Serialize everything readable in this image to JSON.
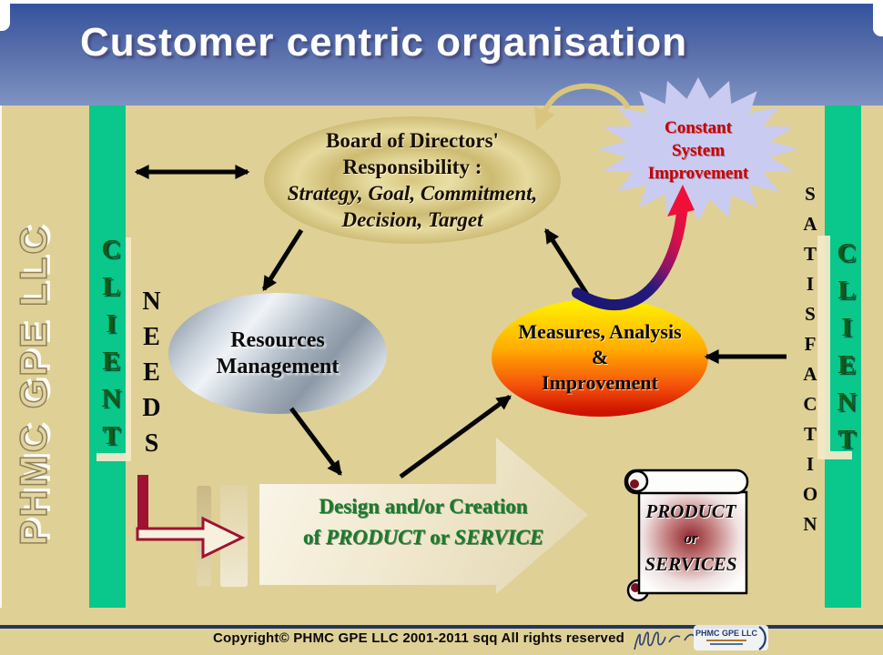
{
  "slide": {
    "title": "Customer centric organisation"
  },
  "watermark": "PHMC GPE LLC",
  "left_rail": {
    "client": "CLIENT",
    "needs": "NEEDS"
  },
  "right_rail": {
    "client": "CLIENT",
    "satisfaction": "SATISFACTION"
  },
  "board": {
    "lines": [
      "Board of Directors'",
      "Responsibility :",
      "Strategy, Goal, Commitment,",
      "Decision, Target"
    ]
  },
  "starburst": {
    "lines": [
      "Constant",
      "System",
      "Improvement"
    ]
  },
  "resources": {
    "lines": [
      "Resources",
      "Management"
    ]
  },
  "measures": {
    "lines": [
      "Measures, Analysis",
      "&",
      "Improvement"
    ]
  },
  "design_arrow": {
    "line1": "Design and/or Creation",
    "line2": [
      "of ",
      "PRODUCT",
      " or ",
      "SERVICE"
    ]
  },
  "scroll": {
    "lines": [
      "PRODUCT",
      "or",
      "SERVICES"
    ]
  },
  "footer": {
    "copyright": "Copyright© PHMC GPE LLC 2001-2011 sqq  All rights reserved",
    "logo_text": "PHMC GPE LLC"
  },
  "colors": {
    "background": "#DFD096",
    "header_top": "#31509C",
    "header_bottom": "#7E93C2",
    "client_bar": "#0AC78C",
    "client_text": "#145B17",
    "starburst_fill": "#C9CBF1",
    "starburst_text": "#C80000",
    "measures_top": "#FFEB00",
    "measures_bottom": "#CE1200",
    "design_text": "#1B7A2C",
    "maroon": "#9E1232",
    "navy_line": "#23375C"
  }
}
